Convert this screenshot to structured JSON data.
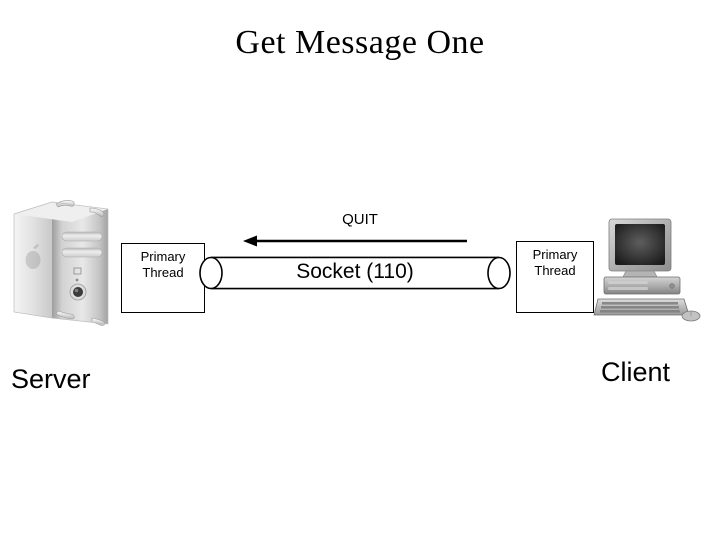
{
  "slide": {
    "title": "Get Message One",
    "background": "#ffffff"
  },
  "server": {
    "label": "Server",
    "thread": {
      "line1": "Primary",
      "line2": "Thread"
    },
    "icon": "desktop-tower-computer-icon"
  },
  "client": {
    "label": "Client",
    "thread": {
      "line1": "Primary",
      "line2": "Thread"
    },
    "icon": "desktop-crt-computer-icon"
  },
  "connection": {
    "socket_label": "Socket (110)",
    "message_label": "QUIT",
    "direction": "right-to-left",
    "arrow_icon": "left-arrow-icon",
    "shape": "cylinder"
  },
  "colors": {
    "stroke": "#000000",
    "text": "#000000",
    "background": "#ffffff"
  }
}
